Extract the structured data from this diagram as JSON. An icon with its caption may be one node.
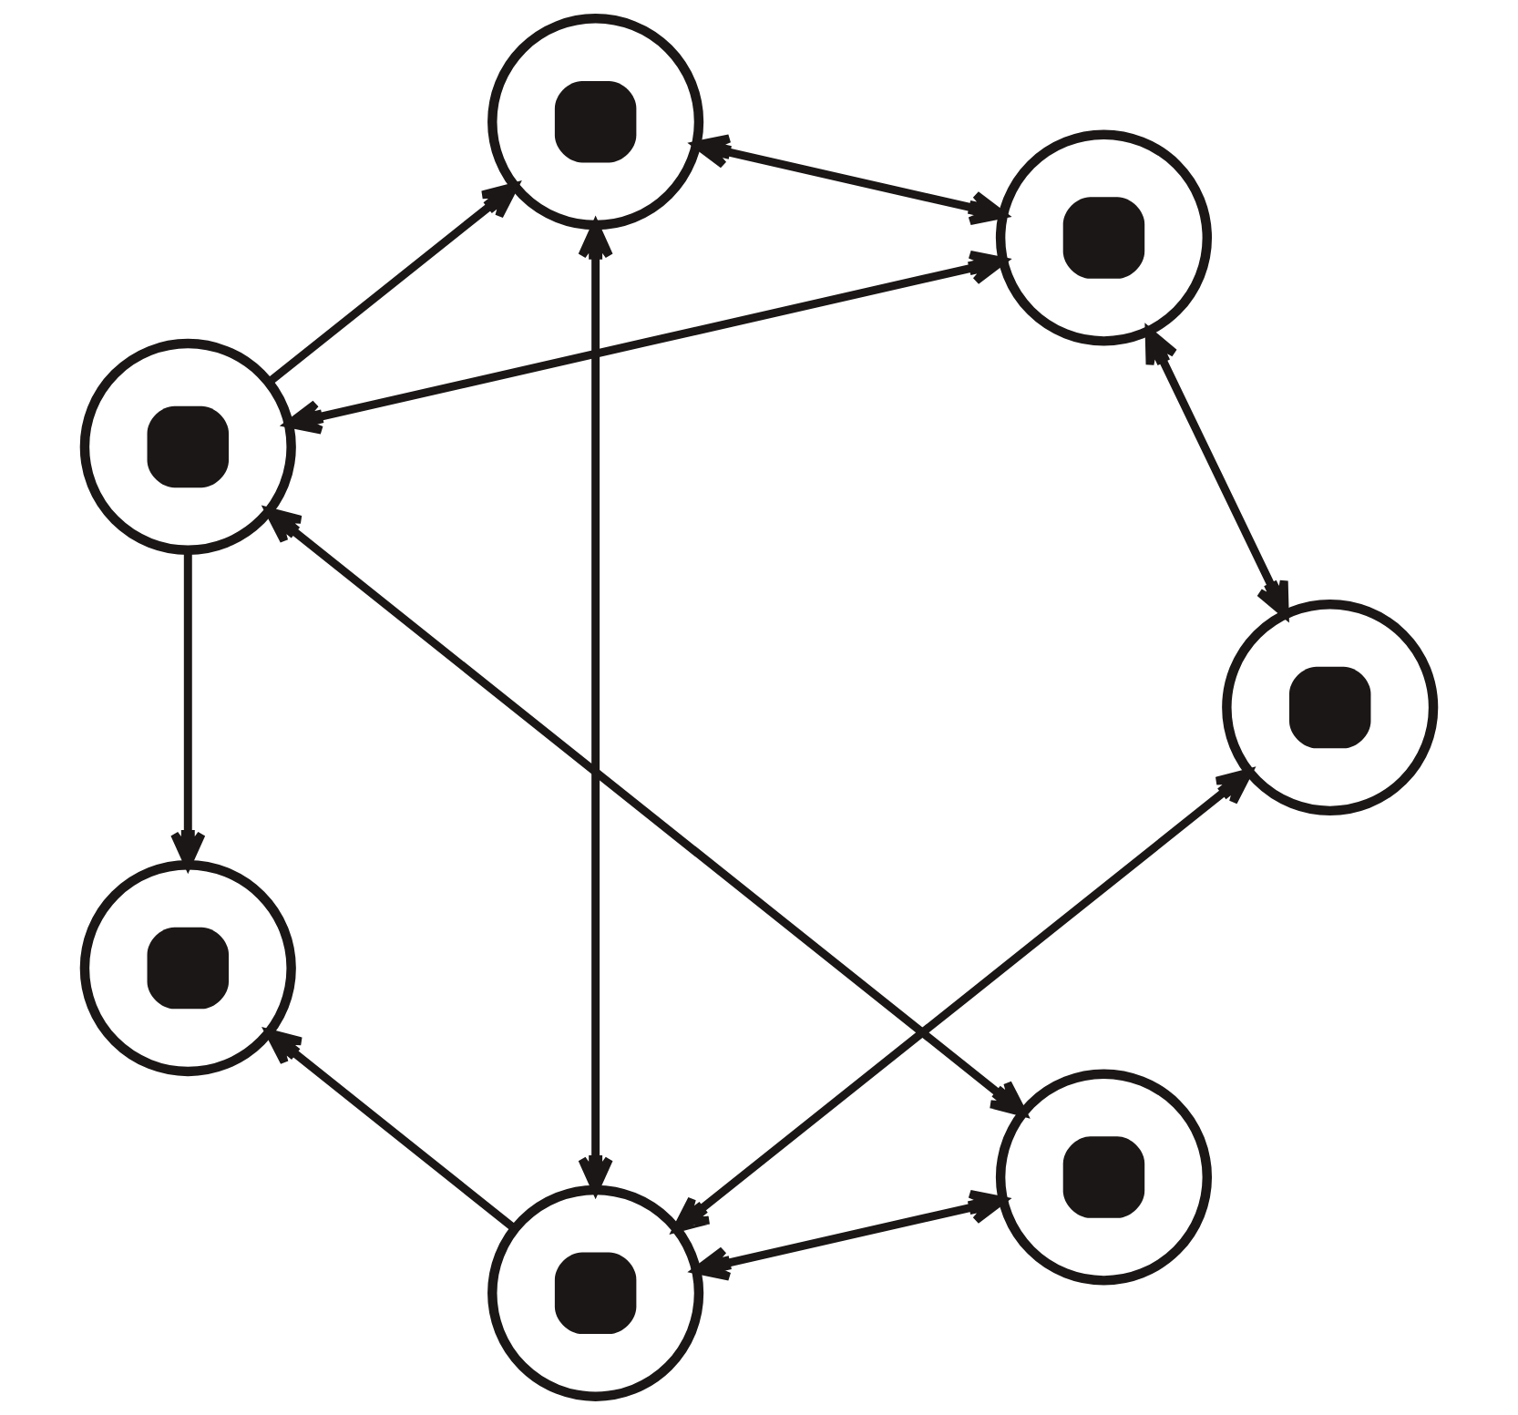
{
  "diagram": {
    "nodes": [
      {
        "text": [],
        "shape": "circle"
      },
      {
        "text": [],
        "shape": "circle"
      },
      {
        "text": [],
        "shape": "circle"
      },
      {
        "text": [],
        "shape": "circle"
      },
      {
        "text": [],
        "shape": "circle"
      },
      {
        "text": [],
        "shape": "circle"
      },
      {
        "text": [],
        "shape": "circle"
      }
    ],
    "edges": [
      {
        "from": 0,
        "to": 1,
        "arrow": "both"
      },
      {
        "from": 0,
        "to": 6,
        "arrow": "both"
      },
      {
        "from": 1,
        "to": 4,
        "arrow": "both"
      },
      {
        "from": 1,
        "to": 3,
        "arrow": "both"
      },
      {
        "from": 1,
        "to": 5,
        "arrow": "to"
      },
      {
        "from": 2,
        "to": 3,
        "arrow": "both"
      },
      {
        "from": 2,
        "to": 4,
        "arrow": "both"
      },
      {
        "from": 2,
        "to": 6,
        "arrow": "both"
      },
      {
        "from": 6,
        "to": 3,
        "arrow": "to"
      },
      {
        "from": 6,
        "to": 5,
        "arrow": "to"
      }
    ]
  }
}
